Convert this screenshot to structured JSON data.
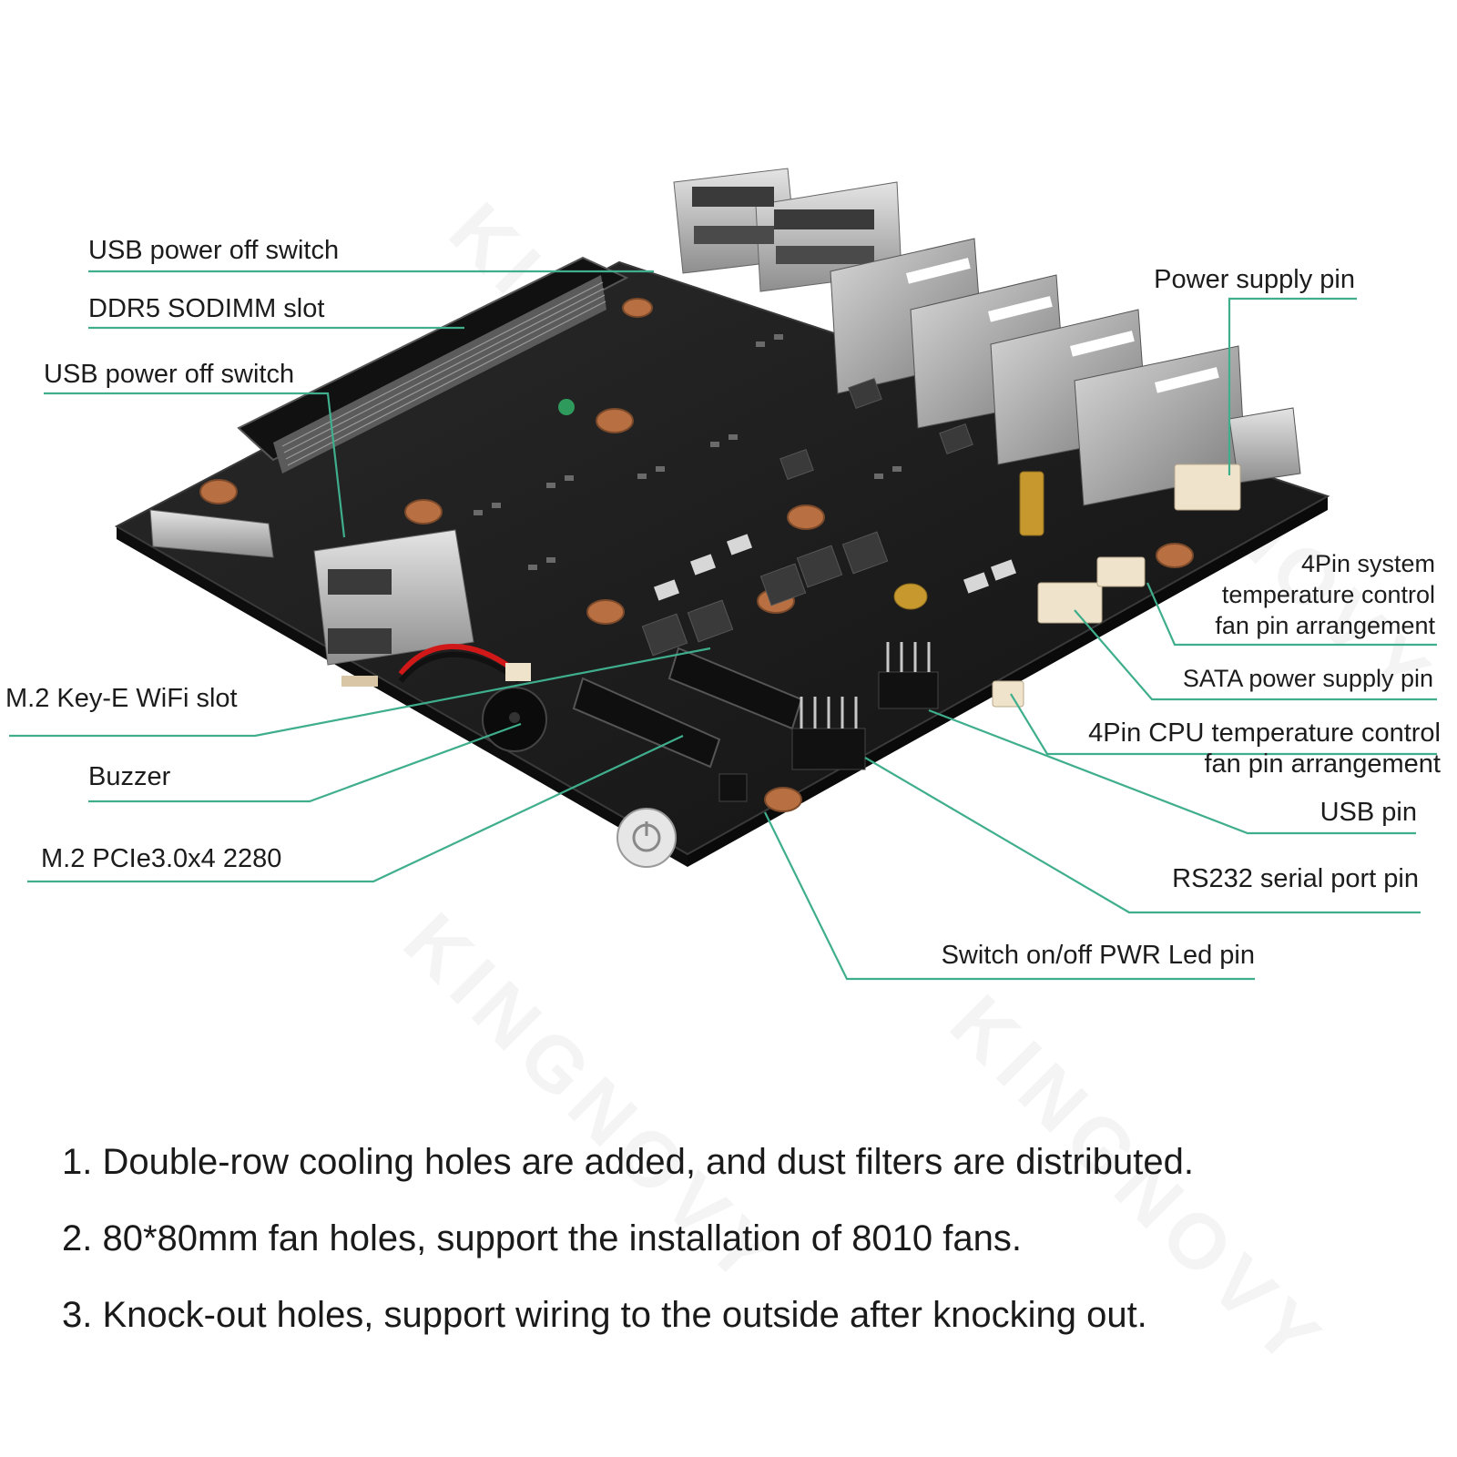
{
  "callouts": {
    "usb_power_off_switch_top": "USB power off switch",
    "ddr5_sodimm_slot": "DDR5 SODIMM slot",
    "usb_power_off_switch_mid": "USB power off switch",
    "m2_key_e_wifi_slot": "M.2 Key-E WiFi slot",
    "buzzer": "Buzzer",
    "m2_pcie": "M.2 PCIe3.0x4 2280",
    "power_supply_pin": "Power supply pin",
    "fan_4pin_system": "4Pin system\ntemperature control\nfan pin arrangement",
    "sata_power_supply_pin": "SATA power supply pin",
    "fan_4pin_cpu": "4Pin CPU temperature control\nfan pin arrangement",
    "usb_pin": "USB pin",
    "rs232_serial_port_pin": "RS232 serial port pin",
    "switch_pwr_led_pin": "Switch on/off PWR Led pin"
  },
  "notes": [
    "1. Double-row cooling holes are added, and dust filters are distributed.",
    "2. 80*80mm fan holes, support the installation of 8010 fans.",
    "3. Knock-out holes, support wiring to the outside after knocking out."
  ],
  "watermark_text": "KINGNOVY",
  "colors": {
    "leader_line": "#3fae8c",
    "pcb": "#1b1b1b",
    "copper_pad": "#b87042"
  }
}
